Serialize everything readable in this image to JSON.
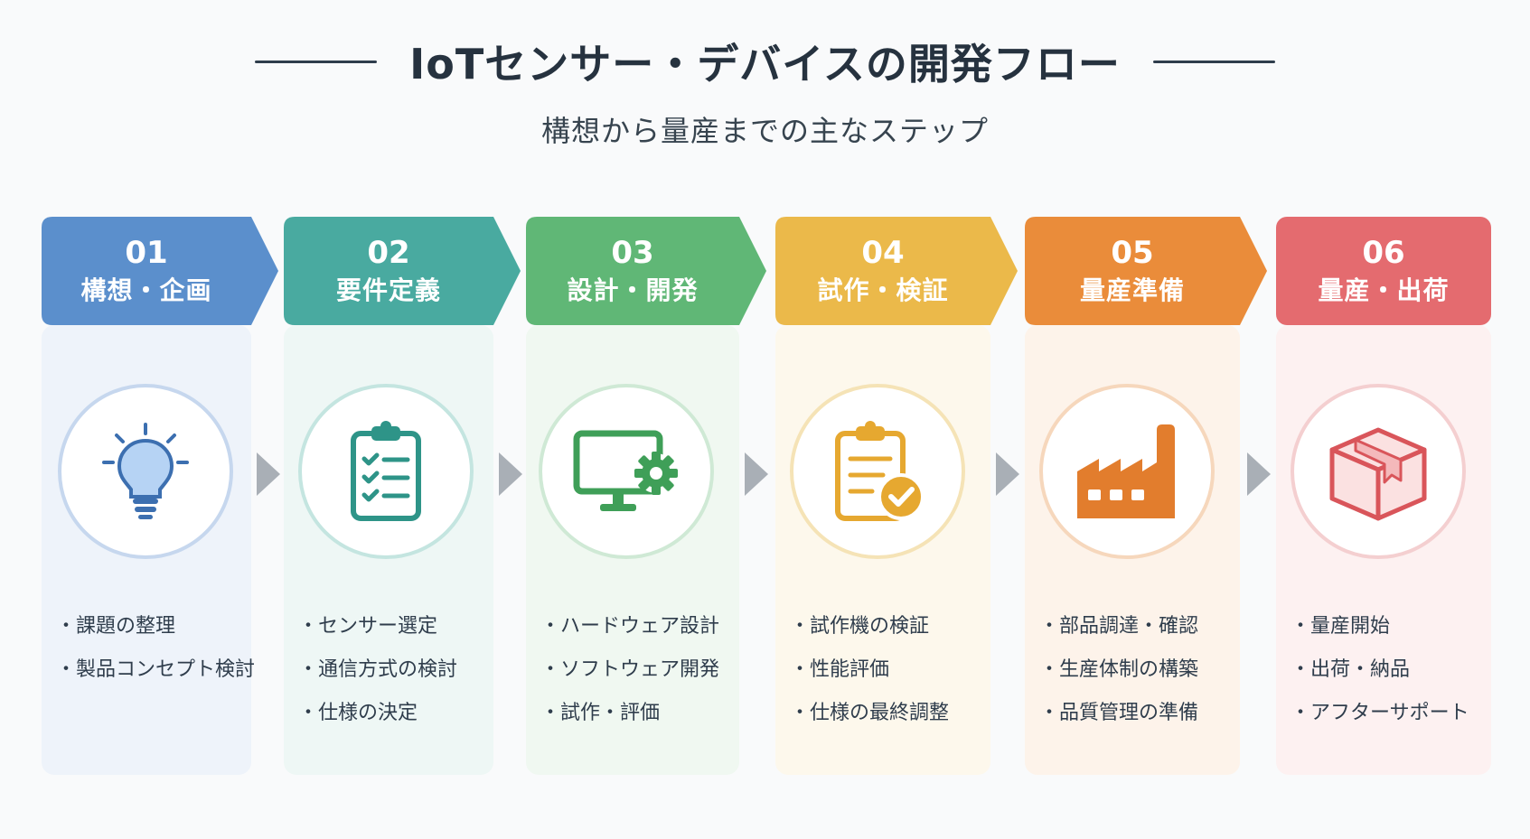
{
  "header": {
    "title": "IoTセンサー・デバイスの開発フロー",
    "subtitle": "構想から量産までの主なステップ"
  },
  "steps": [
    {
      "number": "01",
      "name": "構想・企画",
      "icon": "lightbulb-icon",
      "color": "#5b8fcc",
      "panel_color": "#eef3fa",
      "ring_color": "#c6d7ee",
      "bullets": [
        "課題の整理",
        "製品コンセプト検討"
      ]
    },
    {
      "number": "02",
      "name": "要件定義",
      "icon": "clipboard-checklist-icon",
      "color": "#49aaa0",
      "panel_color": "#eef7f5",
      "ring_color": "#c4e5e0",
      "bullets": [
        "センサー選定",
        "通信方式の検討",
        "仕様の決定"
      ]
    },
    {
      "number": "03",
      "name": "設計・開発",
      "icon": "monitor-gear-icon",
      "color": "#60b776",
      "panel_color": "#f0f8f1",
      "ring_color": "#cfe9d5",
      "bullets": [
        "ハードウェア設計",
        "ソフトウェア開発",
        "試作・評価"
      ]
    },
    {
      "number": "04",
      "name": "試作・検証",
      "icon": "clipboard-check-icon",
      "color": "#ebb94a",
      "panel_color": "#fdf8ec",
      "ring_color": "#f5e3b6",
      "bullets": [
        "試作機の検証",
        "性能評価",
        "仕様の最終調整"
      ]
    },
    {
      "number": "05",
      "name": "量産準備",
      "icon": "factory-icon",
      "color": "#ea8c3a",
      "panel_color": "#fdf3ea",
      "ring_color": "#f6d7bc",
      "bullets": [
        "部品調達・確認",
        "生産体制の構築",
        "品質管理の準備"
      ]
    },
    {
      "number": "06",
      "name": "量産・出荷",
      "icon": "package-box-icon",
      "color": "#e46b6f",
      "panel_color": "#fdf1f1",
      "ring_color": "#f4cfd0",
      "bullets": [
        "量産開始",
        "出荷・納品",
        "アフターサポート"
      ]
    }
  ]
}
